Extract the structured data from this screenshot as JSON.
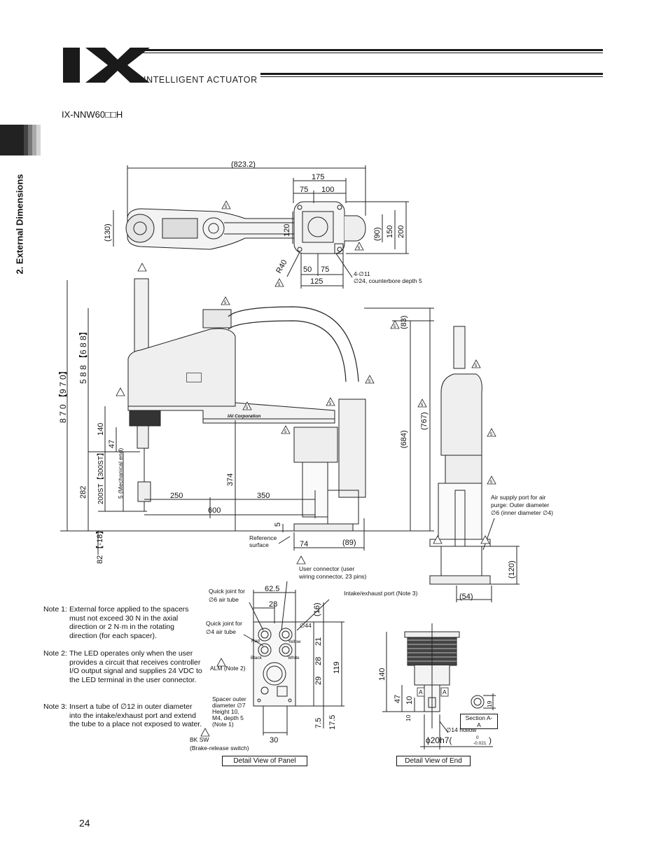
{
  "header": {
    "logo_text": "IX",
    "brand": "INTELLIGENT ACTUATOR"
  },
  "model": "IX-NNW60□□H",
  "side_tab": "2. External Dimensions",
  "page_number": "24",
  "top_view": {
    "overall": "(823.2)",
    "d175": "175",
    "d75": "75",
    "d100": "100",
    "d130": "(130)",
    "d120": "120",
    "d90": "(90)",
    "d150": "150",
    "d200": "200",
    "r40": "R40",
    "d50": "50",
    "d75b": "75",
    "d125": "125",
    "holes_1": "4-∅11",
    "holes_2": "∅24, counterbore depth 5"
  },
  "side_view": {
    "v870": "8 7 0 【9 7 0】",
    "v588": "5 8 8 【6 8 8】",
    "v140": "140",
    "v47": "47",
    "v282": "282",
    "v200st": "200ST【300ST】",
    "v5mech": "5 (Mechanical end)",
    "v82": "82 【-18】",
    "v374": "374",
    "h250": "250",
    "h350": "350",
    "h600": "600",
    "v5": "5",
    "h74": "74",
    "h89": "(89)",
    "v83": "(83)",
    "v684": "(684)",
    "v767": "(767)",
    "ref_1": "Reference",
    "ref_2": "surface",
    "arm_text": "IAI Corporation"
  },
  "front_view": {
    "air_1": "Air supply port for air",
    "air_2": "purge: Outer diameter",
    "air_3": "∅6 (inner diameter ∅4)",
    "v120": "(120)",
    "h54": "(54)"
  },
  "panel": {
    "user_conn_1": "User connector (user",
    "user_conn_2": "wiring connector, 23 pins)",
    "intake": "Intake/exhaust port (Note 3)",
    "qj6_1": "Quick joint for",
    "qj6_2": "∅6 air tube",
    "qj4_1": "Quick joint for",
    "qj4_2": "∅4 air tube",
    "d62_5": "62.5",
    "d28": "28",
    "d16": "(16)",
    "d44": "∅44",
    "d21": "21",
    "d28b": "28",
    "d29": "29",
    "d119": "119",
    "d7_5": "7.5",
    "d17_5": "17.5",
    "d30": "30",
    "alm": "ALM (Note 2)",
    "spacer_1": "Spacer outer",
    "spacer_2": "diameter ∅7",
    "spacer_3": "Height 10,",
    "spacer_4": "M4, depth 5",
    "spacer_5": "(Note 1)",
    "bksw_1": "BK SW",
    "bksw_2": "(Brake-release switch)",
    "red": "Red",
    "yellow": "Yellow",
    "black": "Black",
    "white": "White",
    "caption": "Detail View of Panel"
  },
  "end_detail": {
    "v140": "140",
    "v47": "47",
    "v10": "10",
    "v10b": "10",
    "sec_a": "A",
    "d19": "19",
    "section": "Section A-A",
    "hollow": "∅14 hollow",
    "shaft": "ϕ20h7(",
    "tol_top": "0",
    "tol_bot": "-0.021",
    "shaft_close": ")",
    "caption": "Detail View of End"
  },
  "notes": [
    {
      "label": "Note 1:",
      "text": "External force applied to the spacers must not exceed 30 N in the axial direction or 2 N·m in the rotating direction (for each spacer)."
    },
    {
      "label": "Note 2:",
      "text": "The LED operates only when the user provides a circuit that receives controller I/O output signal and supplies 24 VDC to the LED terminal in the user connector."
    },
    {
      "label": "Note 3:",
      "text": "Insert a tube of ∅12 in outer diameter into the intake/exhaust port and extend the tube to a place not exposed to water."
    }
  ],
  "warn_mark": "5"
}
